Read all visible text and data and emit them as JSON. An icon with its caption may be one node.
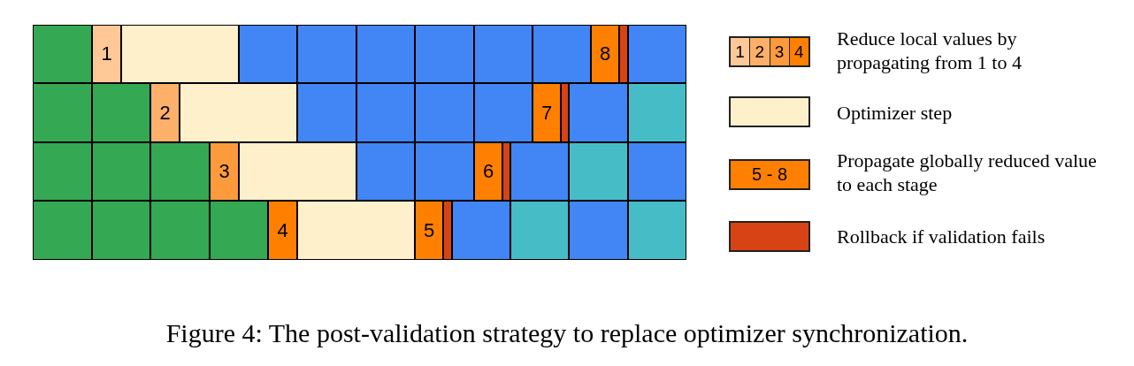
{
  "diagram": {
    "caption": "Figure 4: The post-validation strategy to replace optimizer synchronization.",
    "nodes": [
      {
        "text": [],
        "shape": "box"
      },
      {
        "text": [
          "1"
        ]
      },
      {
        "text": [],
        "shape": "box"
      },
      {
        "text": [],
        "shape": "box"
      },
      {
        "text": [],
        "shape": "box"
      },
      {
        "text": [],
        "shape": "box"
      },
      {
        "text": [],
        "shape": "box"
      },
      {
        "text": [],
        "shape": "box"
      },
      {
        "text": [],
        "shape": "box"
      },
      {
        "text": [
          "8"
        ]
      },
      {
        "text": [],
        "shape": "box"
      },
      {
        "text": [],
        "shape": "box"
      },
      {
        "text": [],
        "shape": "box"
      },
      {
        "text": [],
        "shape": "box"
      },
      {
        "text": [
          "2"
        ]
      },
      {
        "text": [],
        "shape": "box"
      },
      {
        "text": [],
        "shape": "box"
      },
      {
        "text": [],
        "shape": "box"
      },
      {
        "text": [],
        "shape": "box"
      },
      {
        "text": [],
        "shape": "box"
      },
      {
        "text": [
          "7"
        ]
      },
      {
        "text": [],
        "shape": "box"
      },
      {
        "text": [],
        "shape": "box"
      },
      {
        "text": [],
        "shape": "box"
      },
      {
        "text": [],
        "shape": "box"
      },
      {
        "text": [],
        "shape": "box"
      },
      {
        "text": [],
        "shape": "box"
      },
      {
        "text": [
          "3"
        ]
      },
      {
        "text": [],
        "shape": "box"
      },
      {
        "text": [],
        "shape": "box"
      },
      {
        "text": [],
        "shape": "box"
      },
      {
        "text": [
          "6"
        ]
      },
      {
        "text": [],
        "shape": "box"
      },
      {
        "text": [],
        "shape": "box"
      },
      {
        "text": [],
        "shape": "box"
      },
      {
        "text": [],
        "shape": "box"
      },
      {
        "text": [],
        "shape": "box"
      },
      {
        "text": [],
        "shape": "box"
      },
      {
        "text": [],
        "shape": "box"
      },
      {
        "text": [],
        "shape": "box"
      },
      {
        "text": [
          "4"
        ]
      },
      {
        "text": [],
        "shape": "box"
      },
      {
        "text": [
          "5"
        ]
      },
      {
        "text": [],
        "shape": "box"
      },
      {
        "text": [],
        "shape": "box"
      },
      {
        "text": [],
        "shape": "box"
      },
      {
        "text": [],
        "shape": "box"
      },
      {
        "text": [],
        "shape": "box"
      }
    ],
    "labels": [
      "1",
      "2",
      "3",
      "4",
      "5 - 8"
    ],
    "legend": [
      {
        "text": "Reduce local values by propagating from 1 to 4"
      },
      {
        "text": "Optimizer step",
        "color": "#fff0cc"
      },
      {
        "text": "Propagate globally reduced value to each stage",
        "color": "#ff8000"
      },
      {
        "text": "Rollback if validation fails",
        "color": "#d84315"
      }
    ]
  }
}
